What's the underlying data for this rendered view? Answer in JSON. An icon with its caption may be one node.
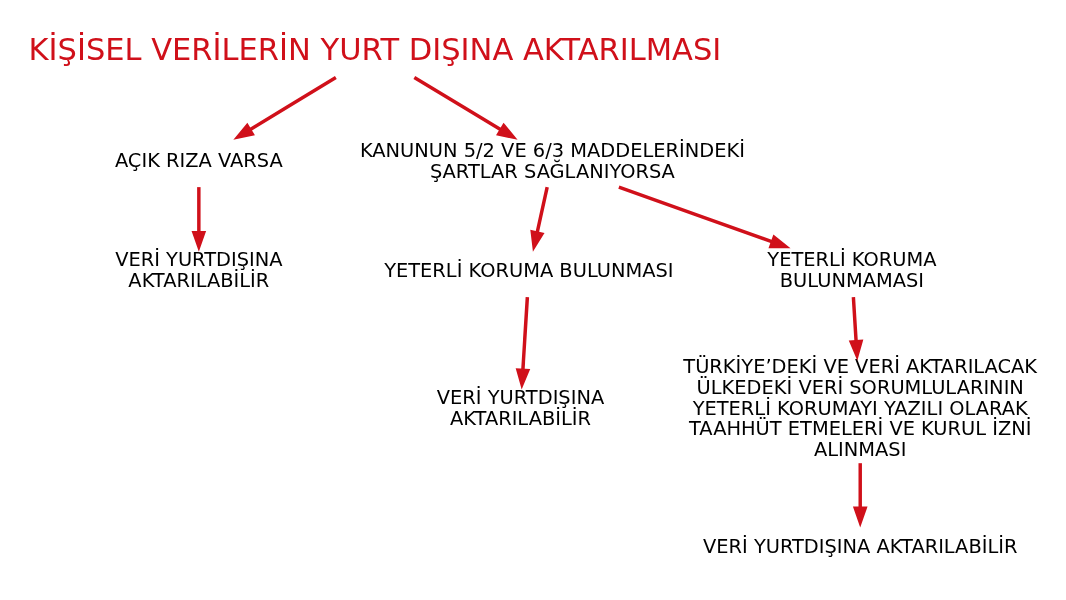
{
  "diagram": {
    "nodes": [
      {
        "text": [
          "KİŞİSEL VERİLERİN YURT DIŞINA AKTARILMASI"
        ]
      },
      {
        "text": [
          "AÇIK RIZA VARSA"
        ]
      },
      {
        "text": [
          "VERİ YURTDIŞINA AKTARILABİLİR"
        ]
      },
      {
        "text": [
          "KANUNUN 5/2 VE 6/3 MADDELERİNDEKİ ŞARTLAR SAĞLANIYORSA"
        ]
      },
      {
        "text": [
          "YETERLİ KORUMA BULUNMASI"
        ]
      },
      {
        "text": [
          "YETERLİ KORUMA BULUNMAMASI"
        ]
      },
      {
        "text": [
          "VERİ YURTDIŞINA AKTARILABİLİR"
        ]
      },
      {
        "text": [
          "TÜRKİYE’DEKİ VE VERİ AKTARILACAK ÜLKEDEKİ VERİ SORUMLULARININ YETERLİ KORUMAYI YAZILI OLARAK TAAHHÜT ETMELERİ VE KURUL İZNİ ALINMASI"
        ]
      },
      {
        "text": [
          "VERİ YURTDIŞINA AKTARILABİLİR"
        ]
      }
    ],
    "edges": [
      {
        "from": 0,
        "to": 1,
        "arrow": "to"
      },
      {
        "from": 0,
        "to": 3,
        "arrow": "to"
      },
      {
        "from": 1,
        "to": 2,
        "arrow": "to"
      },
      {
        "from": 3,
        "to": 4,
        "arrow": "to"
      },
      {
        "from": 3,
        "to": 5,
        "arrow": "to"
      },
      {
        "from": 4,
        "to": 6,
        "arrow": "to"
      },
      {
        "from": 5,
        "to": 7,
        "arrow": "to"
      },
      {
        "from": 7,
        "to": 8,
        "arrow": "to"
      }
    ]
  }
}
